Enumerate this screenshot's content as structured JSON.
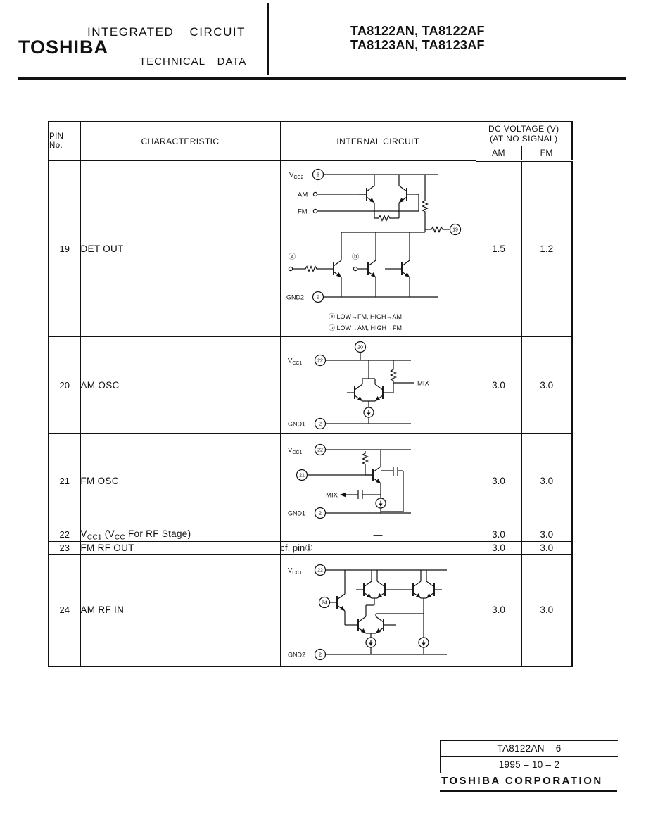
{
  "header": {
    "logo": "TOSHIBA",
    "top_line": "INTEGRATED CIRCUIT",
    "bottom_line": "TECHNICAL DATA",
    "part_line1": "TA8122AN, TA8122AF",
    "part_line2": "TA8123AN, TA8123AF"
  },
  "table": {
    "col_pin_line1": "PIN",
    "col_pin_line2": "No.",
    "col_characteristic": "CHARACTERISTIC",
    "col_internal_circuit": "INTERNAL CIRCUIT",
    "col_dc_line1": "DC VOLTAGE (V)",
    "col_dc_line2": "(AT NO SIGNAL)",
    "col_am": "AM",
    "col_fm": "FM"
  },
  "rows": {
    "r19": {
      "pin": "19",
      "characteristic": "DET OUT",
      "am": "1.5",
      "fm": "1.2",
      "circuit": {
        "vcc_v": "V",
        "vcc_sub": "CC2",
        "vcc_pin": "6",
        "in_am": "AM",
        "in_fm": "FM",
        "out_pin": "19",
        "mark_a": "ⓐ",
        "mark_b": "ⓑ",
        "gnd": "GND2",
        "gnd_pin": "9",
        "note_a": "ⓐ  LOW→FM, HIGH→AM",
        "note_b": "ⓑ  LOW→AM, HIGH→FM"
      }
    },
    "r20": {
      "pin": "20",
      "characteristic": "AM OSC",
      "am": "3.0",
      "fm": "3.0",
      "circuit": {
        "vcc_v": "V",
        "vcc_sub": "CC1",
        "vcc_pin": "22",
        "top_pin": "20",
        "mix": "MIX",
        "gnd": "GND1",
        "gnd_pin": "2"
      }
    },
    "r21": {
      "pin": "21",
      "characteristic": "FM OSC",
      "am": "3.0",
      "fm": "3.0",
      "circuit": {
        "vcc_v": "V",
        "vcc_sub": "CC1",
        "vcc_pin": "22",
        "in_pin": "21",
        "mix": "MIX",
        "gnd": "GND1",
        "gnd_pin": "2"
      }
    },
    "r22": {
      "pin": "22",
      "char_v": "V",
      "char_sub1": "CC1",
      "char_mid": " (V",
      "char_sub2": "CC",
      "char_end": " For RF Stage)",
      "circuit_text": "—",
      "am": "3.0",
      "fm": "3.0"
    },
    "r23": {
      "pin": "23",
      "characteristic": "FM RF OUT",
      "circuit_text": "cf. pin①",
      "am": "3.0",
      "fm": "3.0"
    },
    "r24": {
      "pin": "24",
      "characteristic": "AM RF IN",
      "am": "3.0",
      "fm": "3.0",
      "circuit": {
        "vcc_v": "V",
        "vcc_sub": "CC1",
        "vcc_pin": "22",
        "in_pin": "24",
        "gnd": "GND2",
        "gnd_pin": "2"
      }
    }
  },
  "footer": {
    "doc_number": "TA8122AN – 6",
    "date": "1995 – 10 – 2",
    "corporation": "TOSHIBA CORPORATION"
  }
}
